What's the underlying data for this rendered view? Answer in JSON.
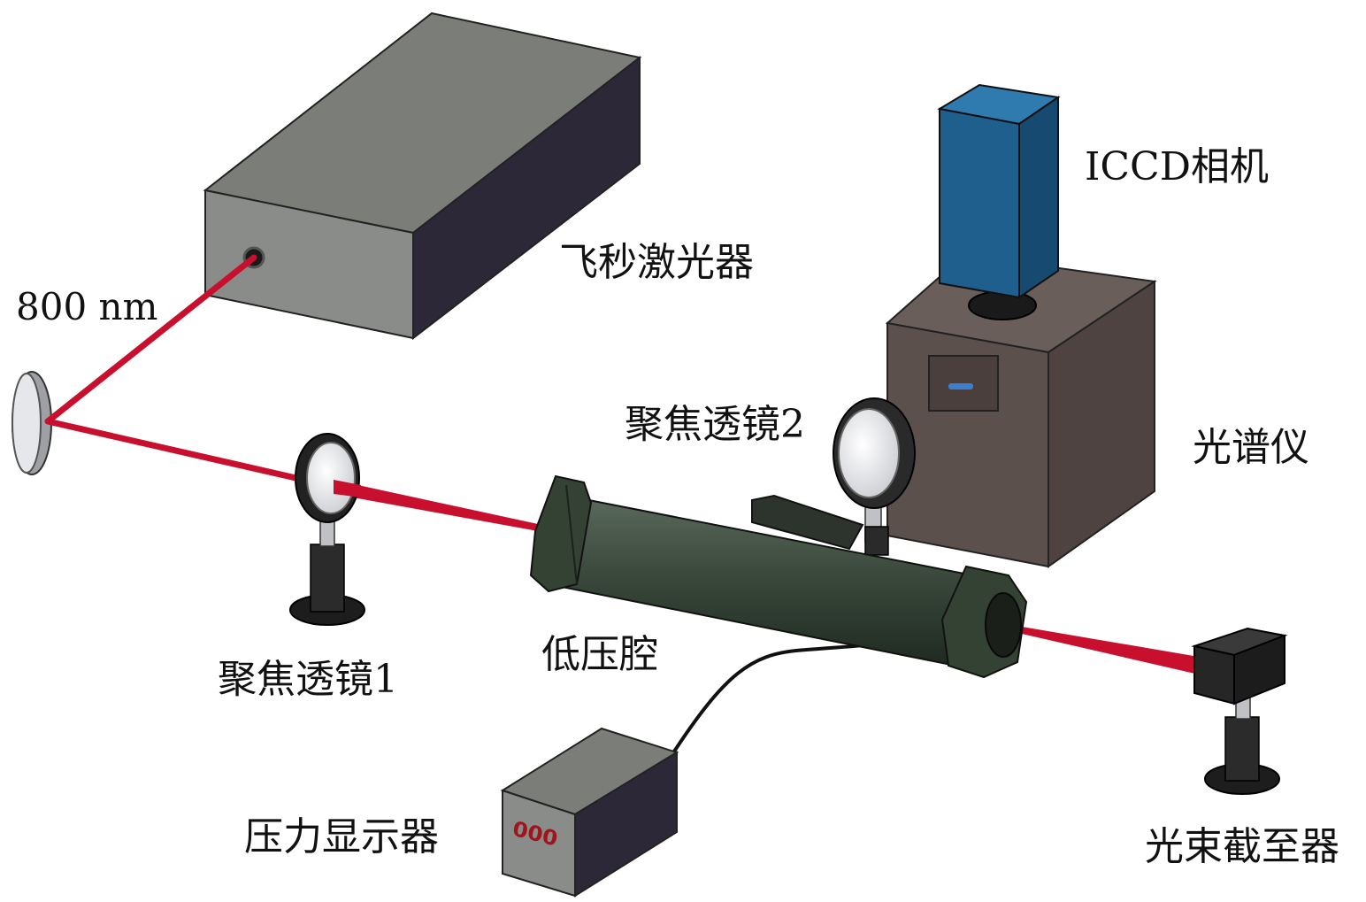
{
  "labels": {
    "wavelength": "800 nm",
    "laser": "飞秒激光器",
    "camera": "ICCD相机",
    "spectrometer": "光谱仪",
    "lens2": "聚焦透镜2",
    "lens1": "聚焦透镜1",
    "chamber": "低压腔",
    "pressure_display": "压力显示器",
    "beam_dump": "光束截至器"
  },
  "pressure_readout": "000",
  "colors": {
    "beam": "#c8102e",
    "laser_top": "#7b7d79",
    "laser_front": "#8a8c89",
    "laser_side": "#2c2838",
    "camera": "#1f5f8e",
    "spectrometer": "#5c504d",
    "chamber": "#3b4a3d",
    "readout": "#a0141c"
  }
}
